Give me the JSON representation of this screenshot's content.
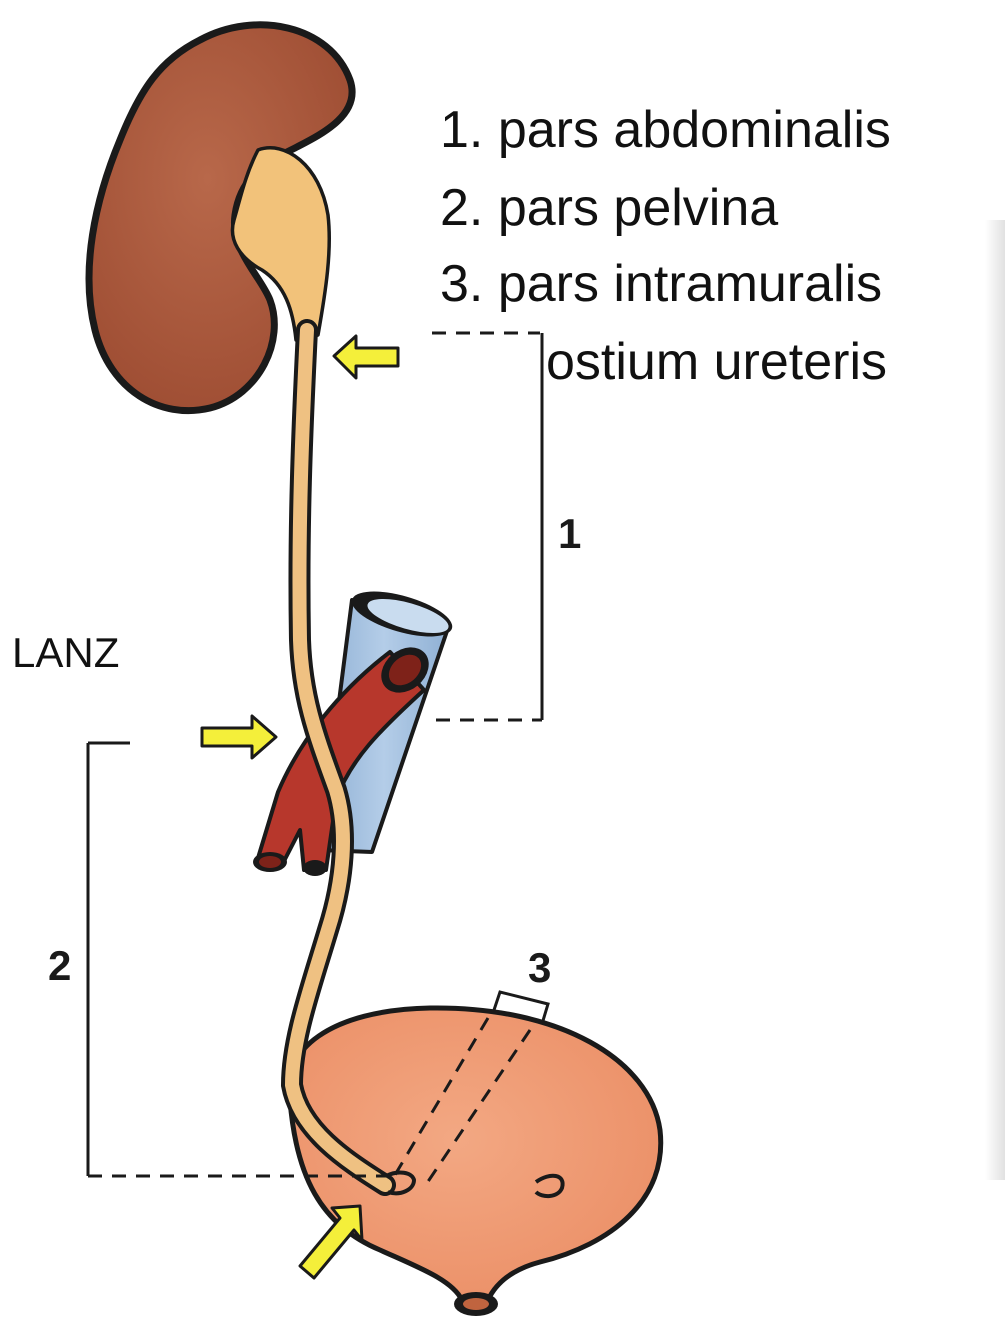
{
  "legend": {
    "item1": "1. pars abdominalis",
    "item2": "2. pars pelvina",
    "item3": "3. pars intramuralis",
    "item4": "ostium ureteris"
  },
  "side_label": "LANZ",
  "bracket_labels": {
    "one": "1",
    "two": "2",
    "three": "3"
  },
  "colors": {
    "kidney": "#a8583a",
    "pelvis": "#f2c27a",
    "ureter": "#efc182",
    "vein": "#a8c3e0",
    "artery": "#b7372c",
    "bladder": "#ef9a73",
    "arrow": "#f4ef3a",
    "outline": "#1a1a1a"
  },
  "icons": {
    "arrows": "yellow-pointer-arrows"
  }
}
